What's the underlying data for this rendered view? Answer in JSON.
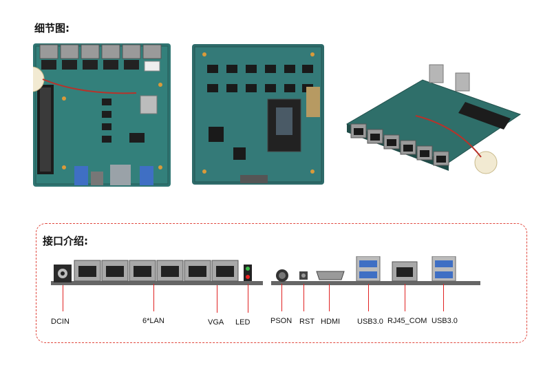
{
  "sections": {
    "detail_title": "细节图:",
    "ports_title": "接口介绍:"
  },
  "ports": [
    {
      "id": "dcin",
      "label": "DCIN"
    },
    {
      "id": "lan",
      "label": "6*LAN"
    },
    {
      "id": "vga",
      "label": "VGA"
    },
    {
      "id": "led",
      "label": "LED"
    },
    {
      "id": "pson",
      "label": "PSON"
    },
    {
      "id": "rst",
      "label": "RST"
    },
    {
      "id": "hdmi",
      "label": "HDMI"
    },
    {
      "id": "usb1",
      "label": "USB3.0"
    },
    {
      "id": "com",
      "label": "RJ45_COM"
    },
    {
      "id": "usb2",
      "label": "USB3.0"
    }
  ],
  "colors": {
    "pcb": "#2f6f6a",
    "accent": "#e02020",
    "panel_border": "#e0443a"
  },
  "icons": [
    "motherboard-top-photo",
    "motherboard-bottom-photo",
    "motherboard-angled-photo",
    "io-panel-illustration"
  ]
}
